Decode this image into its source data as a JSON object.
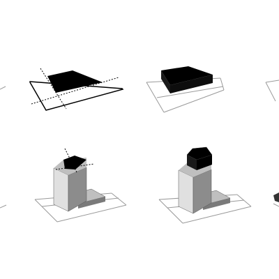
{
  "figure": {
    "background": "#ffffff",
    "colors": {
      "black_face": "#000000",
      "grey_top": "#bfbfbf",
      "grey_mid": "#8c8c8c",
      "grey_dark": "#595959",
      "light_face": "#e0e0e0",
      "plane_line": "#999999",
      "guide_line": "#000000"
    },
    "panels": [
      {
        "name": "step-1-partial",
        "shape": "partial-plane",
        "row": 1
      },
      {
        "name": "step-2-outline-plane",
        "shape": "plane-with-black-quad-and-dashed-guides",
        "row": 1
      },
      {
        "name": "step-3-extruded-slab",
        "shape": "black-extruded-slab-on-plane",
        "row": 1
      },
      {
        "name": "step-4-partial",
        "shape": "partial-plane",
        "row": 1
      },
      {
        "name": "step-5-partial",
        "shape": "partial-plane",
        "row": 2
      },
      {
        "name": "step-6-l-block-with-cap-guides",
        "shape": "grey-l-block-with-black-cap-and-dashed-guides",
        "row": 2
      },
      {
        "name": "step-7-l-block-with-extruded-cap",
        "shape": "grey-l-block-with-extruded-black-cap",
        "row": 2
      },
      {
        "name": "step-8-partial",
        "shape": "partial-black-mark",
        "row": 2
      }
    ]
  }
}
